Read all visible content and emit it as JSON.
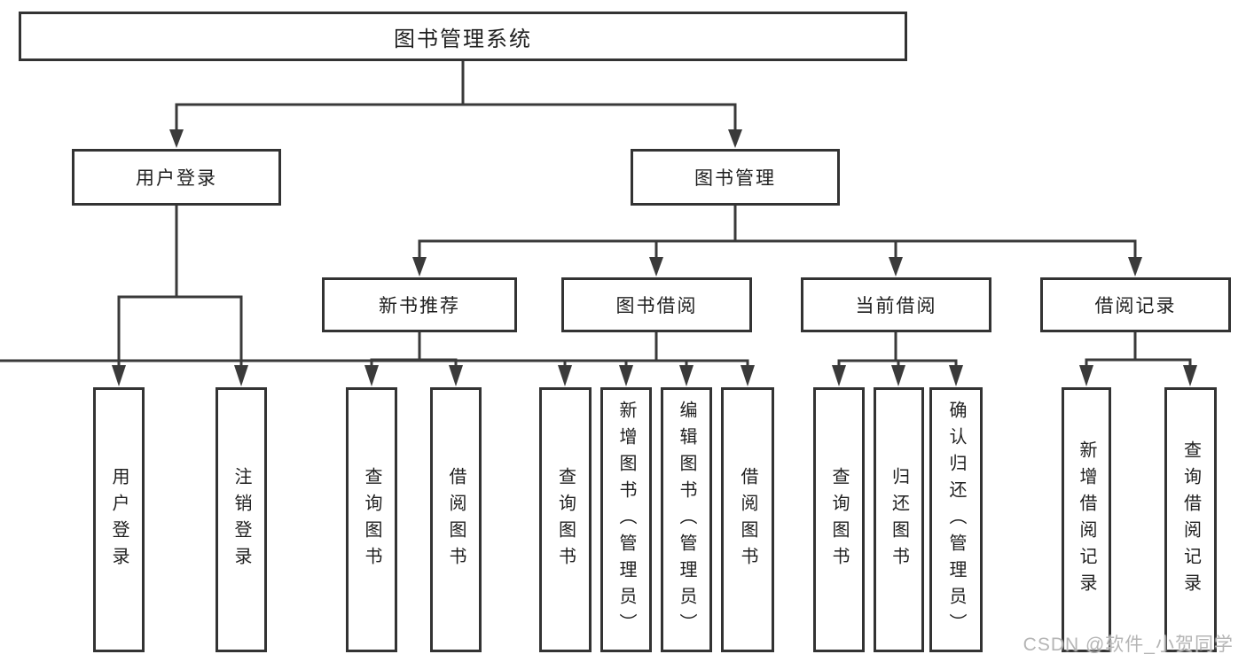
{
  "colors": {
    "line": "#3a3a3a",
    "box_border": "#333333",
    "text": "#1f1f1f",
    "watermark": "#b5b5b5",
    "background": "#ffffff"
  },
  "watermark": {
    "text": "CSDN @软件_小贺同学"
  },
  "tree": {
    "root": {
      "label": "图书管理系统"
    },
    "children": [
      {
        "label": "用户登录",
        "children": [
          {
            "label": "用户登录"
          },
          {
            "label": "注销登录"
          }
        ]
      },
      {
        "label": "图书管理",
        "children": [
          {
            "label": "新书推荐",
            "children": [
              {
                "label": "查询图书"
              },
              {
                "label": "借阅图书"
              }
            ]
          },
          {
            "label": "图书借阅",
            "children": [
              {
                "label": "查询图书"
              },
              {
                "label": "新增图书（管理员）"
              },
              {
                "label": "编辑图书（管理员）"
              },
              {
                "label": "借阅图书"
              }
            ]
          },
          {
            "label": "当前借阅",
            "children": [
              {
                "label": "查询图书"
              },
              {
                "label": "归还图书"
              },
              {
                "label": "确认归还（管理员）"
              }
            ]
          },
          {
            "label": "借阅记录",
            "children": [
              {
                "label": "新增借阅记录"
              },
              {
                "label": "查询借阅记录"
              }
            ]
          }
        ]
      }
    ]
  }
}
